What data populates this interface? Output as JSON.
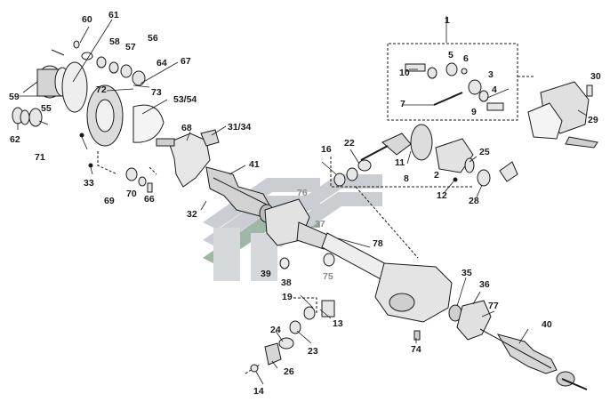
{
  "diagram": {
    "colors": {
      "ink": "#1a1a1a",
      "part_fill": "#e6e6e6",
      "part_dark": "#9a9a9a",
      "watermark_gray": "#b9bec3",
      "watermark_green": "#7fa08a"
    },
    "watermark": "logo",
    "labels": {
      "p1": "1",
      "p2": "2",
      "p3": "3",
      "p4": "4",
      "p5": "5",
      "p6": "6",
      "p7": "7",
      "p8": "8",
      "p9": "9",
      "p10": "10",
      "p11": "11",
      "p12": "12",
      "p13": "13",
      "p14": "14",
      "p16": "16",
      "p19": "19",
      "p22": "22",
      "p23": "23",
      "p24": "24",
      "p25": "25",
      "p26": "26",
      "p28": "28",
      "p29": "29",
      "p30": "30",
      "p31_34": "31/34",
      "p32": "32",
      "p33": "33",
      "p35": "35",
      "p36": "36",
      "p37": "37",
      "p38": "38",
      "p39": "39",
      "p40": "40",
      "p41": "41",
      "p53_54": "53/54",
      "p55": "55",
      "p56": "56",
      "p57": "57",
      "p58": "58",
      "p59": "59",
      "p60": "60",
      "p61": "61",
      "p62": "62",
      "p64": "64",
      "p66": "66",
      "p67": "67",
      "p68": "68",
      "p69": "69",
      "p70": "70",
      "p71": "71",
      "p72": "72",
      "p73": "73",
      "p74": "74",
      "p75": "75",
      "p76": "76",
      "p77": "77",
      "p78": "78"
    }
  }
}
